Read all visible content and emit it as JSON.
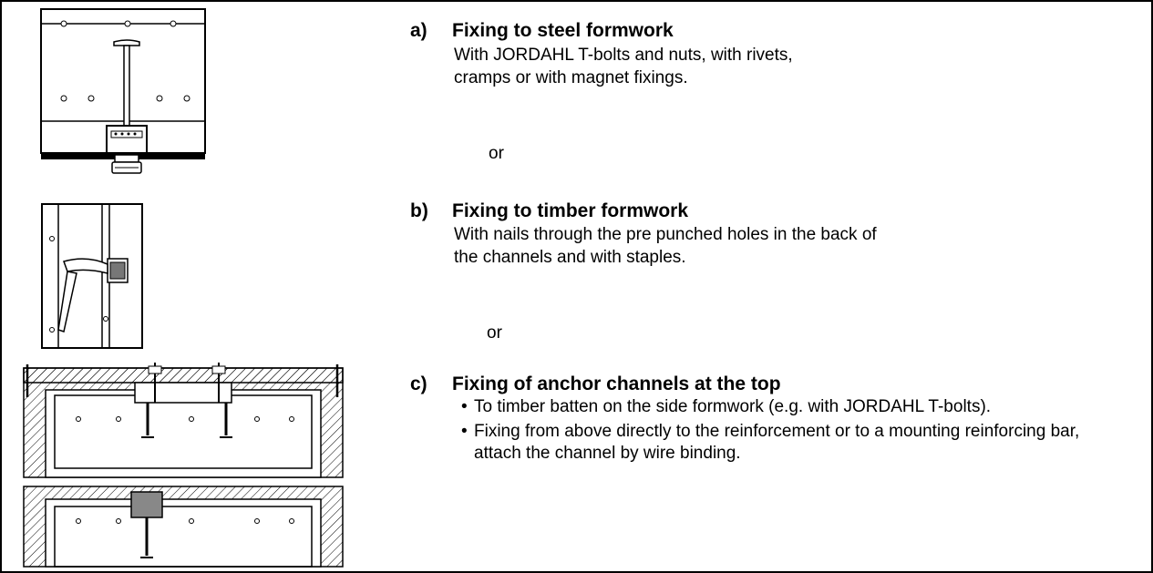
{
  "sections": [
    {
      "letter": "a)",
      "title": "Fixing to steel formwork",
      "lines": [
        "With JORDAHL T-bolts and nuts, with rivets,",
        "cramps or with magnet fixings."
      ],
      "or": "or",
      "figure": "steel-formwork-fixing-icon"
    },
    {
      "letter": "b)",
      "title": "Fixing to timber formwork",
      "lines": [
        "With nails through the pre punched holes in the back of",
        "the channels and with staples."
      ],
      "or": "or",
      "figure": "timber-formwork-nailing-icon"
    },
    {
      "letter": "c)",
      "title": "Fixing of anchor channels at the top",
      "bullets": [
        "To timber batten on the side formwork (e.g. with JORDAHL T-bolts).",
        "Fixing from above directly to the reinforcement or to a mounting reinforcing bar, attach the channel by wire binding."
      ],
      "figure": "top-fixing-icon"
    }
  ]
}
